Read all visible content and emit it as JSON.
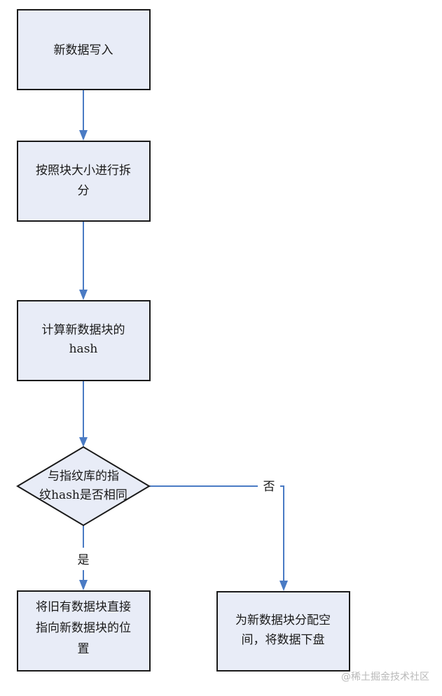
{
  "nodes": {
    "write": {
      "lines": [
        "新数据写入"
      ]
    },
    "split": {
      "lines": [
        "按照块大小进行拆",
        "分"
      ]
    },
    "hash": {
      "lines": [
        "计算新数据块的",
        "hash"
      ]
    },
    "compare": {
      "lines": [
        "与指纹库的指",
        "纹hash是否相同"
      ]
    },
    "point": {
      "lines": [
        "将旧有数据块直接",
        "指向新数据块的位",
        "置"
      ]
    },
    "alloc": {
      "lines": [
        "为新数据块分配空",
        "间，将数据下盘"
      ]
    }
  },
  "edges": {
    "yes_label": "是",
    "no_label": "否"
  },
  "watermark": "@稀土掘金技术社区",
  "colors": {
    "node_fill": "#e8ecf7",
    "node_stroke": "#1a1a1a",
    "edge": "#4a7bc4"
  }
}
